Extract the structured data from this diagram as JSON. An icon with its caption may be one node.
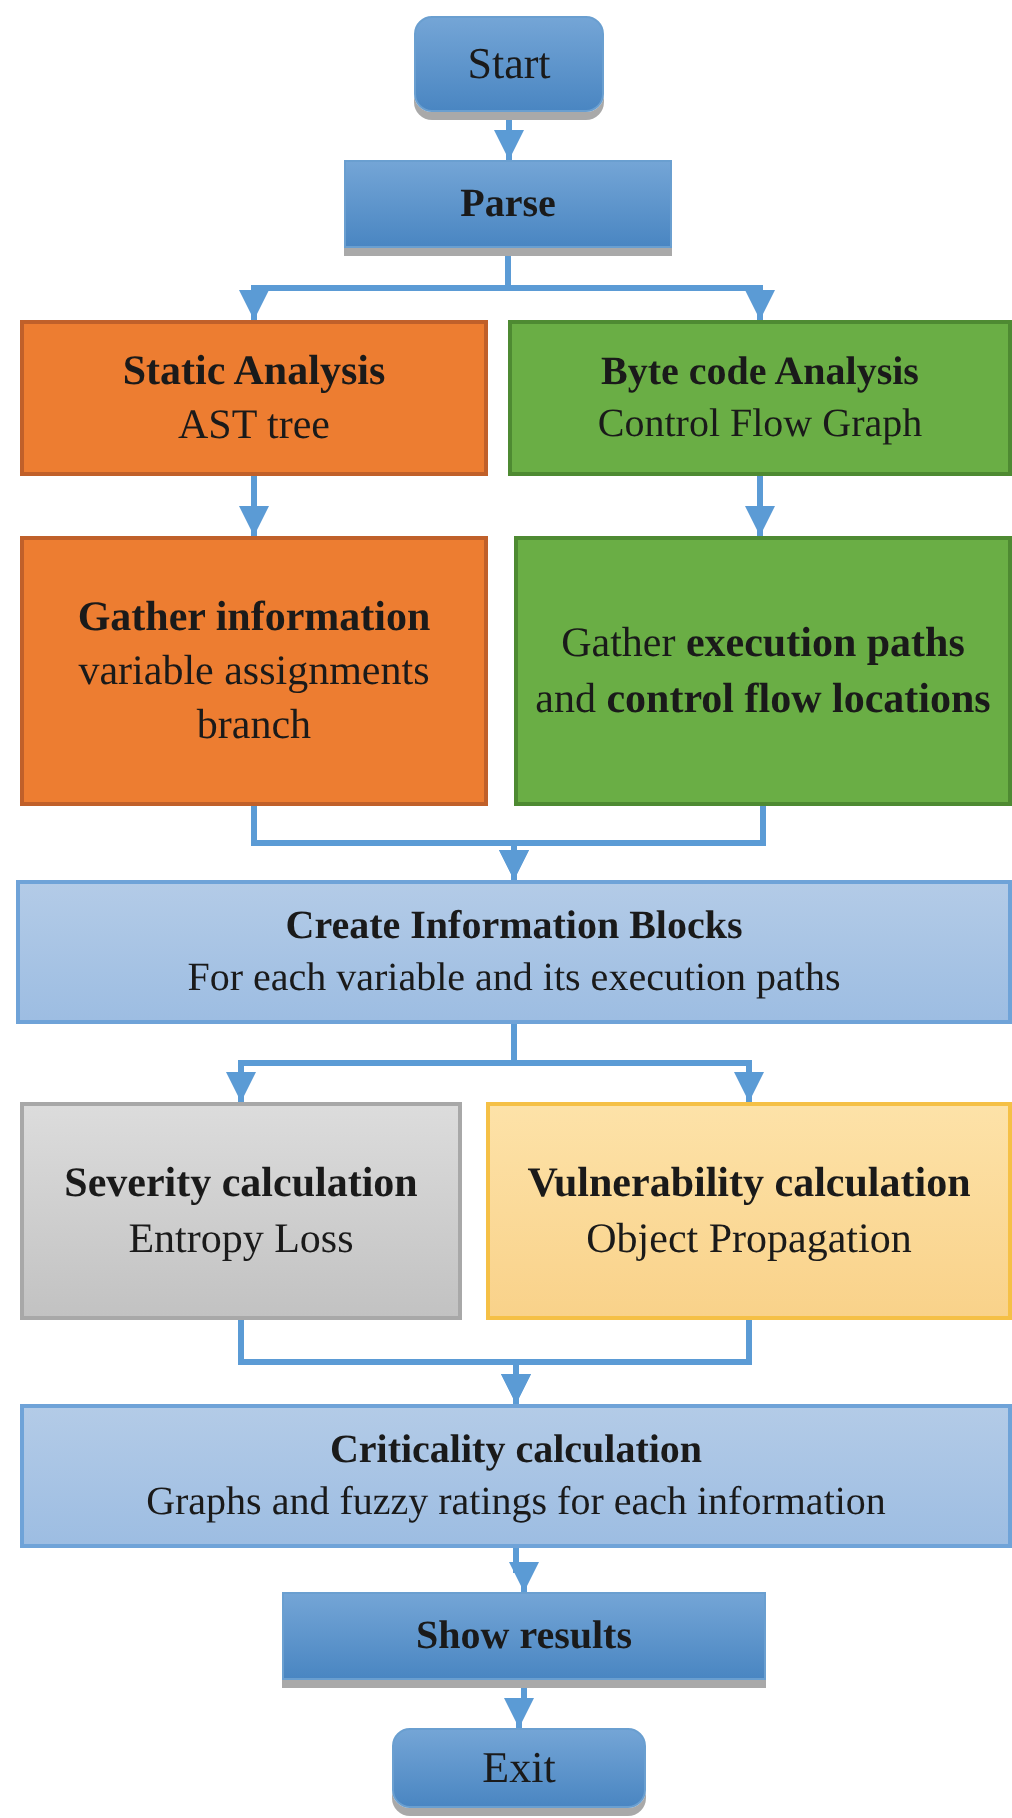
{
  "diagram": {
    "nodes": [
      {
        "text": [
          "Start"
        ]
      },
      {
        "text": [
          "Parse"
        ]
      },
      {
        "text": [
          "Static Analysis",
          "AST tree"
        ]
      },
      {
        "text": [
          "Byte code Analysis",
          "Control Flow Graph"
        ]
      },
      {
        "text": [
          "Gather information",
          "variable assignments branch"
        ]
      },
      {
        "text": [
          "Gather **execution paths** and **control flow locations**"
        ]
      },
      {
        "text": [
          "Create Information Blocks",
          "For each variable and its execution paths"
        ]
      },
      {
        "text": [
          "Severity calculation",
          "Entropy Loss"
        ]
      },
      {
        "text": [
          "Vulnerability calculation",
          "Object Propagation"
        ]
      },
      {
        "text": [
          "Criticality calculation",
          "Graphs and fuzzy ratings for each information"
        ]
      },
      {
        "text": [
          "Show results"
        ]
      },
      {
        "text": [
          "Exit"
        ]
      }
    ],
    "edges": [
      {
        "from": 0,
        "to": 1,
        "arrow": "to"
      },
      {
        "from": 1,
        "to": 2,
        "arrow": "to"
      },
      {
        "from": 1,
        "to": 3,
        "arrow": "to"
      },
      {
        "from": 2,
        "to": 4,
        "arrow": "to"
      },
      {
        "from": 3,
        "to": 5,
        "arrow": "to"
      },
      {
        "from": 4,
        "to": 6,
        "arrow": "to"
      },
      {
        "from": 5,
        "to": 6,
        "arrow": "to"
      },
      {
        "from": 6,
        "to": 7,
        "arrow": "to"
      },
      {
        "from": 6,
        "to": 8,
        "arrow": "to"
      },
      {
        "from": 7,
        "to": 9,
        "arrow": "to"
      },
      {
        "from": 8,
        "to": 9,
        "arrow": "to"
      },
      {
        "from": 9,
        "to": 10,
        "arrow": "to"
      },
      {
        "from": 10,
        "to": 11,
        "arrow": "to"
      }
    ]
  }
}
